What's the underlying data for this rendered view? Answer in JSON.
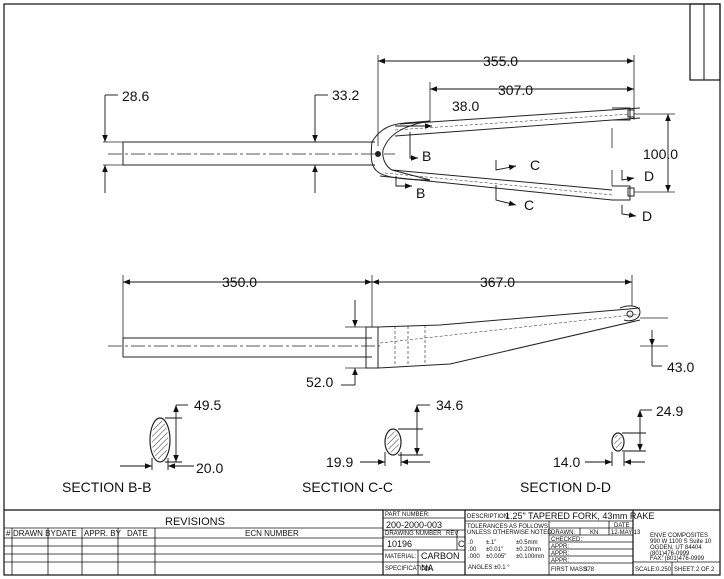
{
  "top_view": {
    "dims": [
      "355.0",
      "307.0",
      "38.0",
      "28.6",
      "33.2",
      "100.0"
    ],
    "markers": [
      "B",
      "B",
      "C",
      "C",
      "D",
      "D"
    ]
  },
  "side_view": {
    "dims": [
      "350.0",
      "367.0",
      "52.0",
      "43.0"
    ]
  },
  "sections": {
    "bb": {
      "title": "SECTION  B-B",
      "dim_a": "49.5",
      "dim_b": "20.0"
    },
    "cc": {
      "title": "SECTION  C-C",
      "dim_a": "34.6",
      "dim_b": "19.9"
    },
    "dd": {
      "title": "SECTION  D-D",
      "dim_a": "24.9",
      "dim_b": "14.0"
    }
  },
  "revisions": {
    "title": "REVISIONS",
    "headers": [
      "#",
      "DRAWN BY",
      "DATE",
      "APPR. BY",
      "DATE",
      "ECN NUMBER"
    ]
  },
  "title_block": {
    "part_number_label": "PART NUMBER:",
    "part_number": "200-2000-003",
    "drawing_number_label": "DRAWING NUMBER",
    "rev_label": "REV",
    "drawing_number": "10196",
    "rev": "C",
    "material_label": "MATERIAL:",
    "material": "CARBON",
    "spec_label": "SPECIFICATION:",
    "spec": "NA",
    "description_label": "DESCRIPTION:",
    "description": "1.25\" TAPERED FORK, 43mm RAKE",
    "tolerance_note_1": "TOLERANCES AS FOLLOWS",
    "tolerance_note_2": "UNLESS OTHERWISE NOTED",
    "tol_rows": [
      [
        ".0",
        "±.1\"",
        "±0.5mm"
      ],
      [
        ".00",
        "±0.01\"",
        "±0.20mm"
      ],
      [
        ".000",
        "±0.005\"",
        "±0.100mm"
      ]
    ],
    "angles": "ANGLES ±0.1 °",
    "date_label": "DATE",
    "drawn_label": "DRAWN:",
    "drawn_by": "KN",
    "drawn_date": "12-MAY-13",
    "checked_label": "CHECKED:",
    "appr_labels": [
      "APPR:",
      "APPR:",
      "APPR:"
    ],
    "first_mass_label": "FIRST MASS:",
    "first_mass": "378",
    "company": [
      "ENVE COMPOSITES",
      "990 W 1100 S Suite 10",
      "OGDEN, UT 84404",
      "(801)476-0999",
      "FAX: (801)476-0999"
    ],
    "scale_label": "SCALE:",
    "scale": "0.250",
    "sheet_label": "SHEET:",
    "sheet": "2 OF 2"
  }
}
